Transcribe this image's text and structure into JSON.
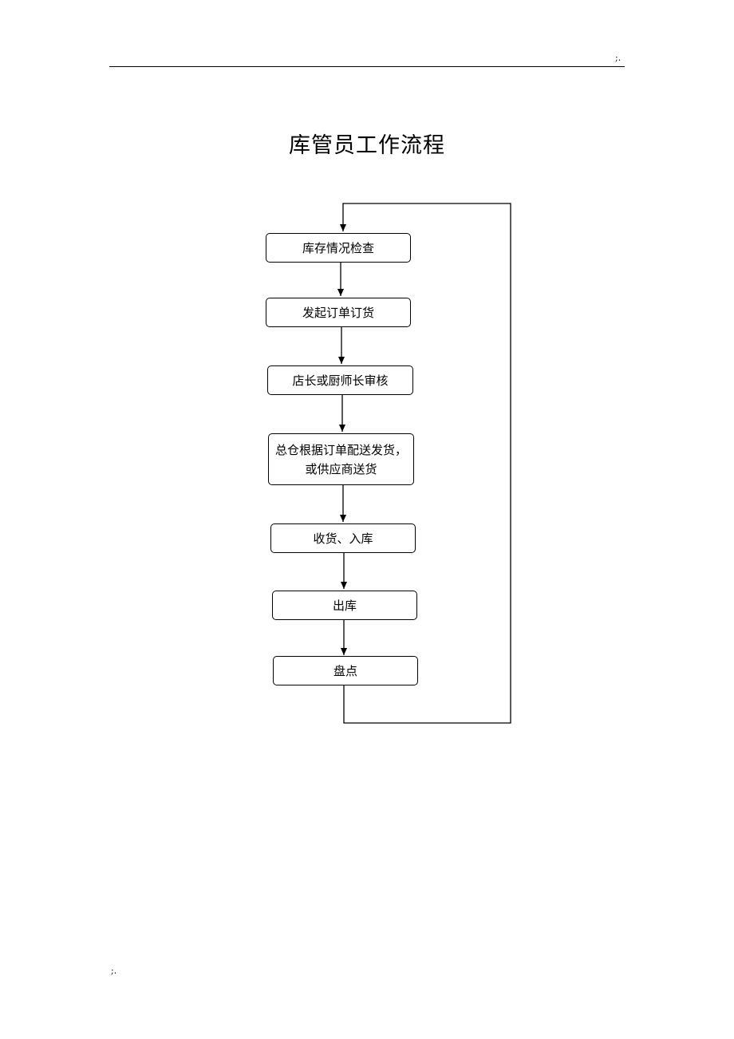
{
  "header": {
    "mark": ";."
  },
  "footer": {
    "mark": ";."
  },
  "title": "库管员工作流程",
  "steps": [
    {
      "id": "inventory-check",
      "label": "库存情况检查"
    },
    {
      "id": "place-order",
      "label": "发起订单订货"
    },
    {
      "id": "manager-review",
      "label": "店长或厨师长审核"
    },
    {
      "id": "delivery",
      "label": "总仓根据订单配送发货，\n或供应商送货"
    },
    {
      "id": "receive-store",
      "label": "收货、入库"
    },
    {
      "id": "outbound",
      "label": "出库"
    },
    {
      "id": "stocktake",
      "label": "盘点"
    }
  ],
  "connectors": [
    {
      "from": "inventory-check",
      "to": "place-order"
    },
    {
      "from": "place-order",
      "to": "manager-review"
    },
    {
      "from": "manager-review",
      "to": "delivery"
    },
    {
      "from": "delivery",
      "to": "receive-store"
    },
    {
      "from": "receive-store",
      "to": "outbound"
    },
    {
      "from": "outbound",
      "to": "stocktake"
    },
    {
      "from": "stocktake",
      "to": "inventory-check",
      "type": "loop-back"
    }
  ],
  "colors": {
    "line": "#000000",
    "box_fill": "#ffffff",
    "text": "#000000"
  }
}
